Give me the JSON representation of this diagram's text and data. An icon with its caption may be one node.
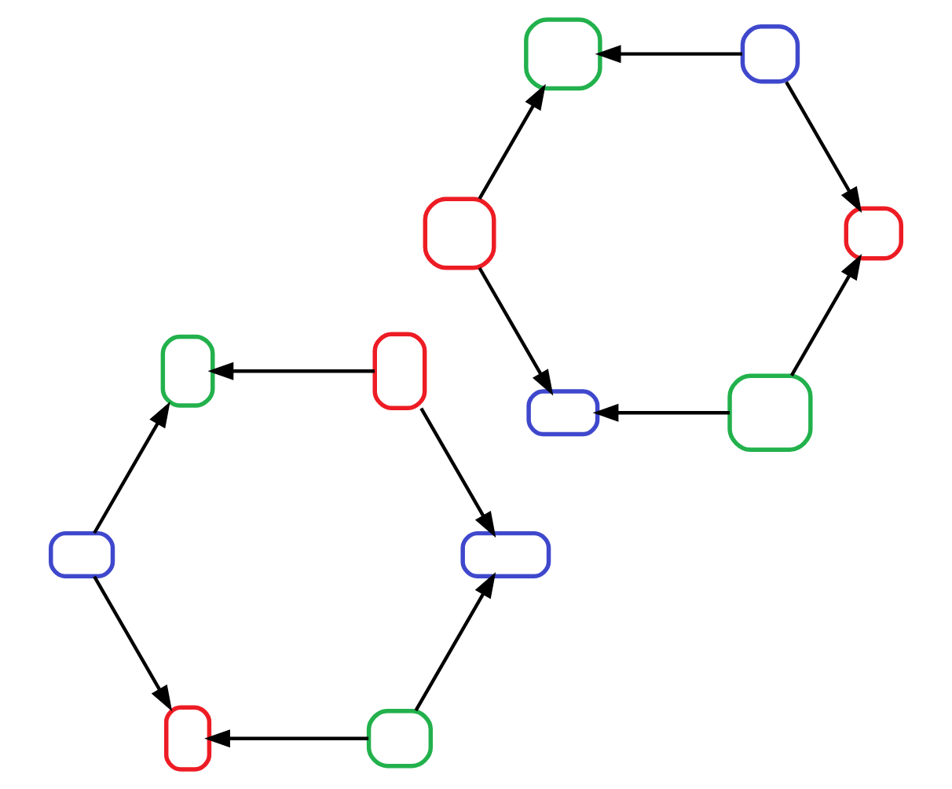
{
  "diagram": {
    "nodes": [
      {
        "text": [],
        "shape": "box"
      },
      {
        "text": [],
        "shape": "box"
      },
      {
        "text": [],
        "shape": "box"
      },
      {
        "text": [],
        "shape": "box"
      },
      {
        "text": [],
        "shape": "box"
      },
      {
        "text": [],
        "shape": "box"
      },
      {
        "text": [],
        "shape": "box"
      },
      {
        "text": [],
        "shape": "box"
      },
      {
        "text": [],
        "shape": "box"
      },
      {
        "text": [],
        "shape": "box"
      },
      {
        "text": [],
        "shape": "box"
      },
      {
        "text": [],
        "shape": "box"
      }
    ],
    "edges": [
      {
        "from": 0,
        "to": 5,
        "arrow": "to"
      },
      {
        "from": 0,
        "to": 11,
        "arrow": "to"
      },
      {
        "from": 2,
        "to": 9,
        "arrow": "to"
      },
      {
        "from": 2,
        "to": 8,
        "arrow": "to"
      },
      {
        "from": 3,
        "to": 1,
        "arrow": "to"
      },
      {
        "from": 3,
        "to": 11,
        "arrow": "to"
      },
      {
        "from": 6,
        "to": 4,
        "arrow": "to"
      },
      {
        "from": 6,
        "to": 9,
        "arrow": "to"
      },
      {
        "from": 7,
        "to": 4,
        "arrow": "to"
      },
      {
        "from": 7,
        "to": 8,
        "arrow": "to"
      },
      {
        "from": 10,
        "to": 1,
        "arrow": "to"
      },
      {
        "from": 10,
        "to": 5,
        "arrow": "to"
      }
    ]
  }
}
